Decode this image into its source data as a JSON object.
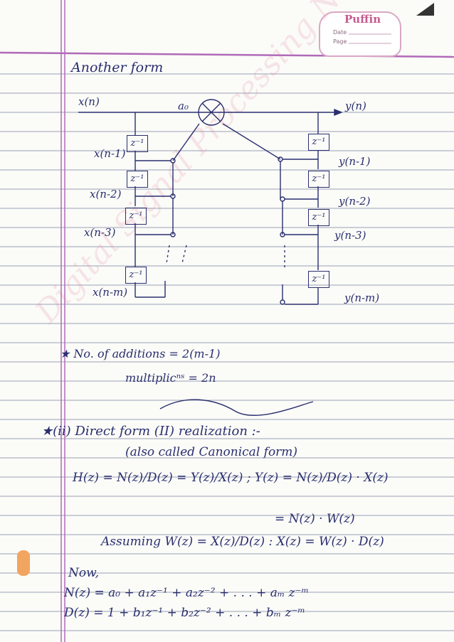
{
  "brand": {
    "name": "Puffin",
    "date_label": "Date",
    "page_label": "Page"
  },
  "watermark": "Digital Signal Processing Notes - Akshansh",
  "section1": {
    "heading": "Another form",
    "input": "x(n)",
    "coeff": "a₀",
    "output": "y(n)",
    "delay_label": "z⁻¹",
    "x_taps": [
      "x(n-1)",
      "x(n-2)",
      "x(n-3)",
      "x(n-m)"
    ],
    "y_taps": [
      "y(n-1)",
      "y(n-2)",
      "y(n-3)",
      "y(n-m)"
    ],
    "note_additions": "★ No. of additions = 2(m-1)",
    "note_mult": "multiplicⁿˢ = 2n"
  },
  "section2": {
    "heading": "★(ii) Direct form (II) realization :-",
    "subheading": "(also called Canonical form)",
    "line1": "H(z) = N(z)/D(z) = Y(z)/X(z) ;  Y(z) = N(z)/D(z) · X(z)",
    "line2": "= N(z) · W(z)",
    "line3": "Assuming  W(z) = X(z)/D(z)  :  X(z) = W(z) · D(z)",
    "now": "Now,",
    "line4": "N(z) = a₀ + a₁z⁻¹ + a₂z⁻² + . . . + aₘ z⁻ᵐ",
    "line5": "D(z) = 1 + b₁z⁻¹ + b₂z⁻² + . . . + bₘ z⁻ᵐ"
  }
}
